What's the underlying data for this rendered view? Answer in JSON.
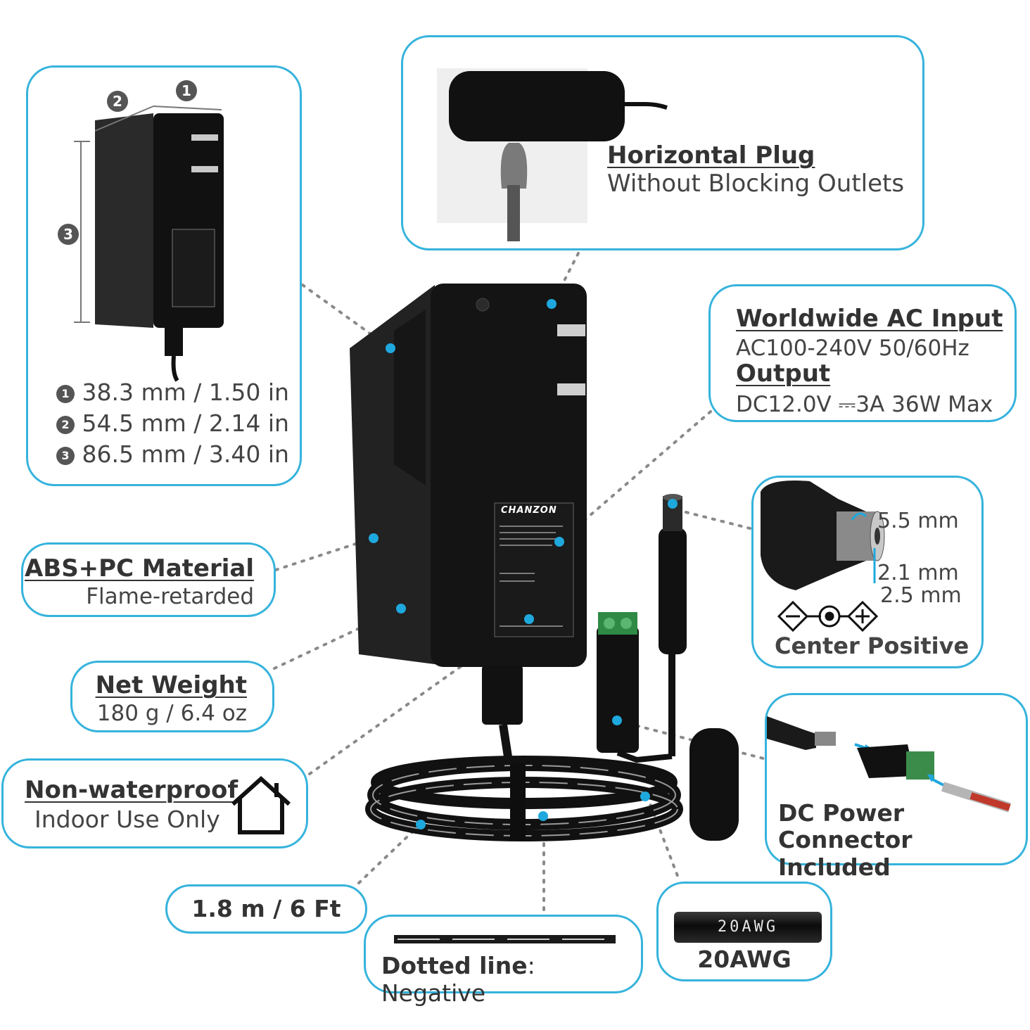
{
  "dims": {
    "marker_1": "1",
    "marker_2": "2",
    "marker_3": "3",
    "items": [
      {
        "num": "1",
        "text": "38.3 mm / 1.50 in"
      },
      {
        "num": "2",
        "text": "54.5 mm / 2.14 in"
      },
      {
        "num": "3",
        "text": "86.5 mm / 3.40 in"
      }
    ]
  },
  "plug": {
    "title": "Horizontal Plug",
    "sub": "Without Blocking Outlets"
  },
  "io": {
    "input_title": "Worldwide AC Input",
    "input_value": "AC100-240V 50/60Hz",
    "output_title": "Output",
    "output_value": "DC12.0V ⎓3A 36W Max"
  },
  "barrel": {
    "outer": "5.5 mm",
    "inner1": "2.1 mm",
    "inner2": "2.5 mm",
    "polarity": "Center Positive"
  },
  "material": {
    "title": "ABS+PC Material",
    "sub": "Flame-retarded"
  },
  "weight": {
    "title": "Net Weight",
    "sub": "180 g / 6.4 oz"
  },
  "water": {
    "title": "Non-waterproof",
    "sub": "Indoor Use Only",
    "icon": "house-icon"
  },
  "connector": {
    "line1": "DC Power",
    "line2": "Connector Included"
  },
  "cable_length": "1.8 m / 6 Ft",
  "dotted": {
    "bold": "Dotted line",
    "rest": ": Negative"
  },
  "awg": {
    "print": "20AWG",
    "label": "20AWG"
  },
  "label_brand": "CHANZON",
  "colors": {
    "accent": "#35b3dc",
    "dot": "#1ea8dd",
    "adapter": "#141414"
  }
}
